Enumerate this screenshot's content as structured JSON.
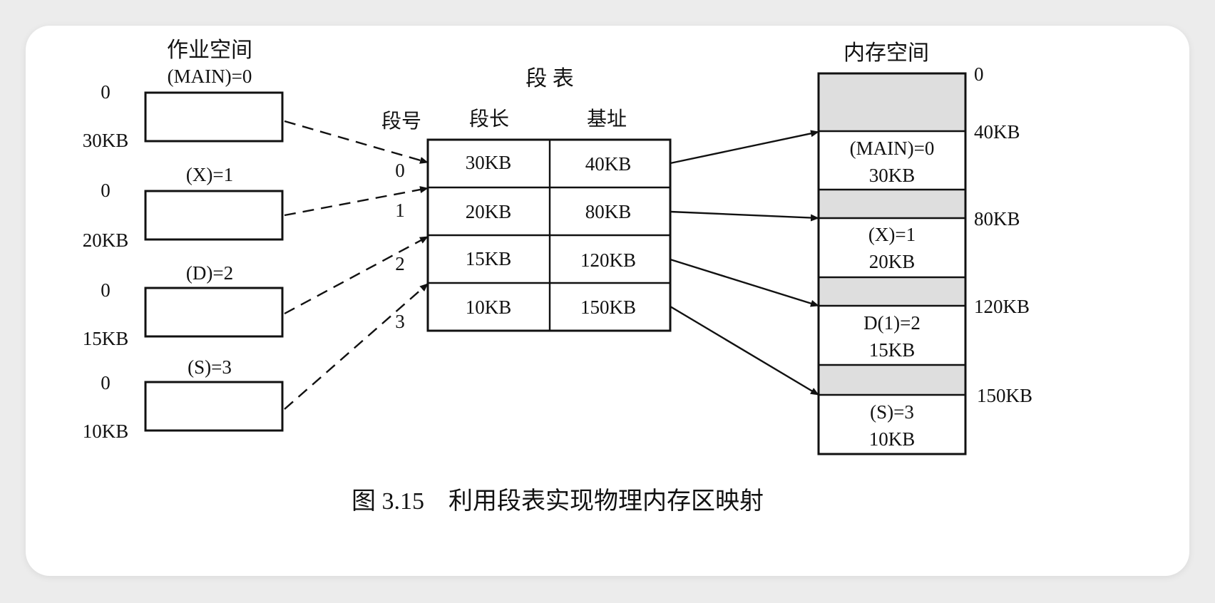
{
  "job_space": {
    "title": "作业空间",
    "segments": [
      {
        "label": "(MAIN)=0",
        "start": "0",
        "end": "30KB"
      },
      {
        "label": "(X)=1",
        "start": "0",
        "end": "20KB"
      },
      {
        "label": "(D)=2",
        "start": "0",
        "end": "15KB"
      },
      {
        "label": "(S)=3",
        "start": "0",
        "end": "10KB"
      }
    ]
  },
  "segment_table": {
    "title": "段 表",
    "headers": {
      "number": "段号",
      "length": "段长",
      "base": "基址"
    },
    "rows": [
      {
        "number": "0",
        "length": "30KB",
        "base": "40KB"
      },
      {
        "number": "1",
        "length": "20KB",
        "base": "80KB"
      },
      {
        "number": "2",
        "length": "15KB",
        "base": "120KB"
      },
      {
        "number": "3",
        "length": "10KB",
        "base": "150KB"
      }
    ]
  },
  "memory_space": {
    "title": "内存空间",
    "boundaries": [
      "0",
      "40KB",
      "80KB",
      "120KB",
      "150KB"
    ],
    "segments": [
      {
        "name": "(MAIN)=0",
        "size": "30KB"
      },
      {
        "name": "(X)=1",
        "size": "20KB"
      },
      {
        "name": "D(1)=2",
        "size": "15KB"
      },
      {
        "name": "(S)=3",
        "size": "10KB"
      }
    ]
  },
  "caption": "图 3.15　利用段表实现物理内存区映射",
  "colors": {
    "free_region": "#dedede",
    "line": "#111111",
    "card": "#ffffff",
    "background": "#ececec"
  }
}
